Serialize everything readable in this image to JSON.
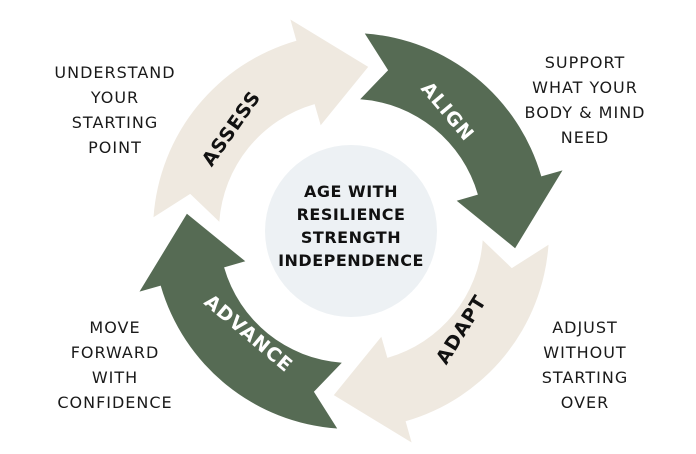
{
  "center": {
    "lines": [
      "AGE WITH",
      "RESILIENCE",
      "STRENGTH",
      "INDEPENDENCE"
    ]
  },
  "steps": [
    {
      "label": "ALIGN",
      "color": "#566b54",
      "text_color": "#ffffff",
      "description": [
        "SUPPORT",
        "WHAT YOUR",
        "BODY & MIND",
        "NEED"
      ]
    },
    {
      "label": "ADAPT",
      "color": "#efe9e0",
      "text_color": "#111111",
      "description": [
        "ADJUST",
        "WITHOUT",
        "STARTING",
        "OVER"
      ]
    },
    {
      "label": "ADVANCE",
      "color": "#566b54",
      "text_color": "#ffffff",
      "description": [
        "MOVE",
        "FORWARD",
        "WITH",
        "CONFIDENCE"
      ]
    },
    {
      "label": "ASSESS",
      "color": "#efe9e0",
      "text_color": "#111111",
      "description": [
        "UNDERSTAND",
        "YOUR",
        "STARTING",
        "POINT"
      ]
    }
  ],
  "colors": {
    "center_fill": "#edf1f4"
  }
}
